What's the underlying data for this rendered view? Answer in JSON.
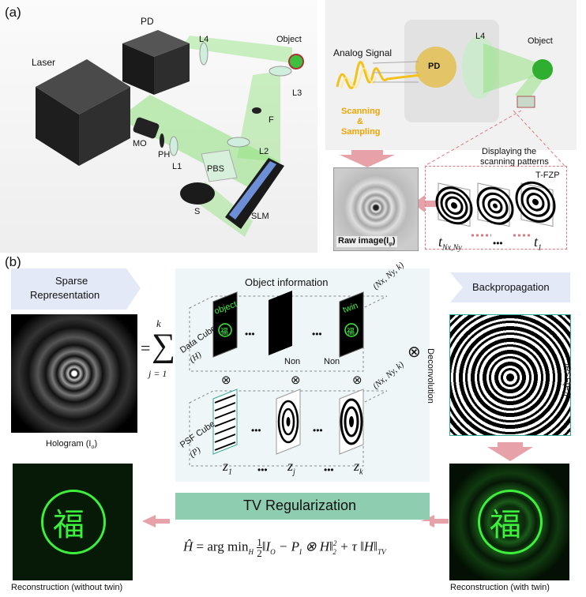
{
  "panel_a": {
    "label": "(a)",
    "setup": {
      "laser": "Laser",
      "pd": "PD",
      "l4": "L4",
      "object": "Object",
      "l3": "L3",
      "f": "F",
      "l2": "L2",
      "mo": "MO",
      "ph": "PH",
      "l1": "L1",
      "pbs": "PBS",
      "s": "S",
      "slm": "SLM"
    },
    "detection": {
      "analog_signal": "Analog Signal",
      "pd": "PD",
      "l4": "L4",
      "object": "Object",
      "scanning": "Scanning",
      "amp": "&",
      "sampling": "Sampling",
      "raw_image": "Raw image(I",
      "raw_image_sub": "φ",
      "raw_image_end": ")",
      "displaying_line1": "Displaying the",
      "displaying_line2": "scanning patterns",
      "tfzp": "T-FZP",
      "t_nxny": "t",
      "t_nxny_sub": "Nx,Ny",
      "dots": "•••",
      "t_one": "t",
      "t_one_sub": "1"
    }
  },
  "panel_b": {
    "label": "(b)",
    "sparse_line1": "Sparse",
    "sparse_line2": "Representation",
    "hologram": "Hologram (I",
    "hologram_sub": "o",
    "hologram_end": ")",
    "sum_k": "k",
    "sum_j": "j = 1",
    "equals": "=",
    "object_information": "Object information",
    "cube_dims": "(Nx, Ny, k)",
    "data_cube_line1": "Data Cube",
    "data_cube_line2": "(H)",
    "psf_cube_line1": "PSF Cube",
    "psf_cube_line2": "(P)",
    "object_word": "object",
    "twin_word": "twin",
    "non": "Non",
    "dots": "•••",
    "otimes": "⊗",
    "z1": "z",
    "z1_sub": "1",
    "zj": "z",
    "zj_sub": "j",
    "zk": "z",
    "zk_sub": "k",
    "backpropagation": "Backpropagation",
    "deconvolution": "Deconvolution",
    "ipsf": "IPSF(P",
    "ipsf_sub": "I",
    "ipsf_end": ")",
    "tv_regularization": "TV Regularization",
    "equation": "Ĥ = arg min ½ ‖I_O − P_I ⊗ H‖²₂ + τ ‖H‖_TV",
    "eq_h": "Ĥ",
    "eq_argmin": "= arg min",
    "eq_H_sub": "H",
    "eq_half": "1",
    "eq_half_den": "2",
    "eq_body": "‖I",
    "eq_body_o": "O",
    "eq_minus": " − P",
    "eq_pi": "I",
    "eq_conv": " ⊗ H‖",
    "eq_sq": "2",
    "eq_two": "2",
    "eq_tau": " + τ ‖H‖",
    "eq_tv": "TV",
    "char": "福",
    "recon_without": "Reconstruction (without twin)",
    "recon_with": "Reconstruction (with twin)"
  },
  "colors": {
    "green_beam": "#7ddc6a",
    "bright_green": "#3cf03c",
    "banner_blue": "#e3e9f6",
    "pink_arrow": "#e6a2a8",
    "tv_bar": "#8fcdb0",
    "yellow_signal": "#f2c21a"
  }
}
